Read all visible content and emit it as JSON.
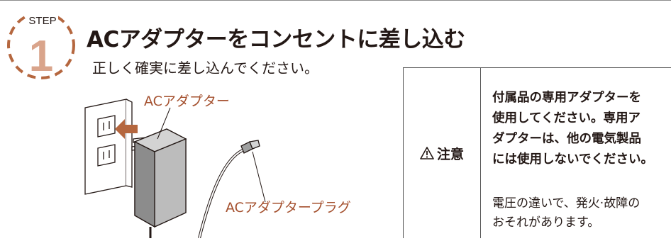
{
  "step": {
    "word": "STEP",
    "number": "1"
  },
  "title": "ACアダプターをコンセントに差し込む",
  "subtitle": "正しく確実に差し込んでください。",
  "illustration": {
    "adapter_label": "ACアダプター",
    "plug_label": "ACアダプタープラグ"
  },
  "caution": {
    "icon": "warning-triangle-icon",
    "label": "注意",
    "main_lines": [
      "付属品の専用アダプターを",
      "使用してください。専用ア",
      "ダプターは、他の電気製品",
      "には使用しないでください。"
    ],
    "note_lines": [
      "電圧の違いで、発火·故障の",
      "おそれがあります。"
    ]
  },
  "colors": {
    "accent": "#a4502e",
    "badge_fill": "#d9a48b",
    "badge_dash": "#b5673f",
    "text": "#231815",
    "arrow": "#b5673f"
  }
}
